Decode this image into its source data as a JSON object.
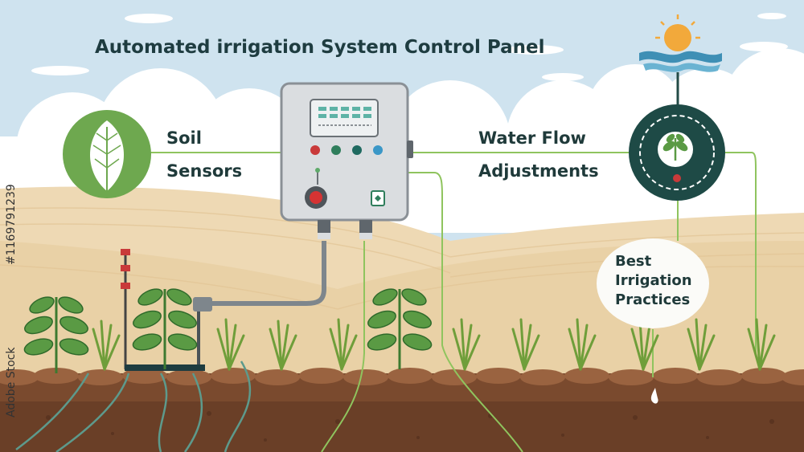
{
  "title": "Automated irrigation System Control Panel",
  "labels": {
    "soil_line1": "Soil",
    "soil_line2": "Sensors",
    "flow_line1": "Water Flow",
    "flow_line2": "Adjustments",
    "best_line1": "Best",
    "best_line2": "Irrigation",
    "best_line3": "Practices"
  },
  "side_text": {
    "brand": "Adobe Stock",
    "id": "#1169791239"
  },
  "colors": {
    "sky": "#cfe3ef",
    "sand": "#eed9b4",
    "soil": "#7a4a2e",
    "leaf_green": "#6ea84f",
    "wire_green": "#8fc45e",
    "panel_grey": "#dadde0",
    "sensor_dark": "#1e4a46",
    "sun": "#f2a93b"
  },
  "icons": [
    "leaf-icon",
    "sun-icon",
    "water-wave-icon",
    "sprout-icon",
    "power-button-icon"
  ]
}
